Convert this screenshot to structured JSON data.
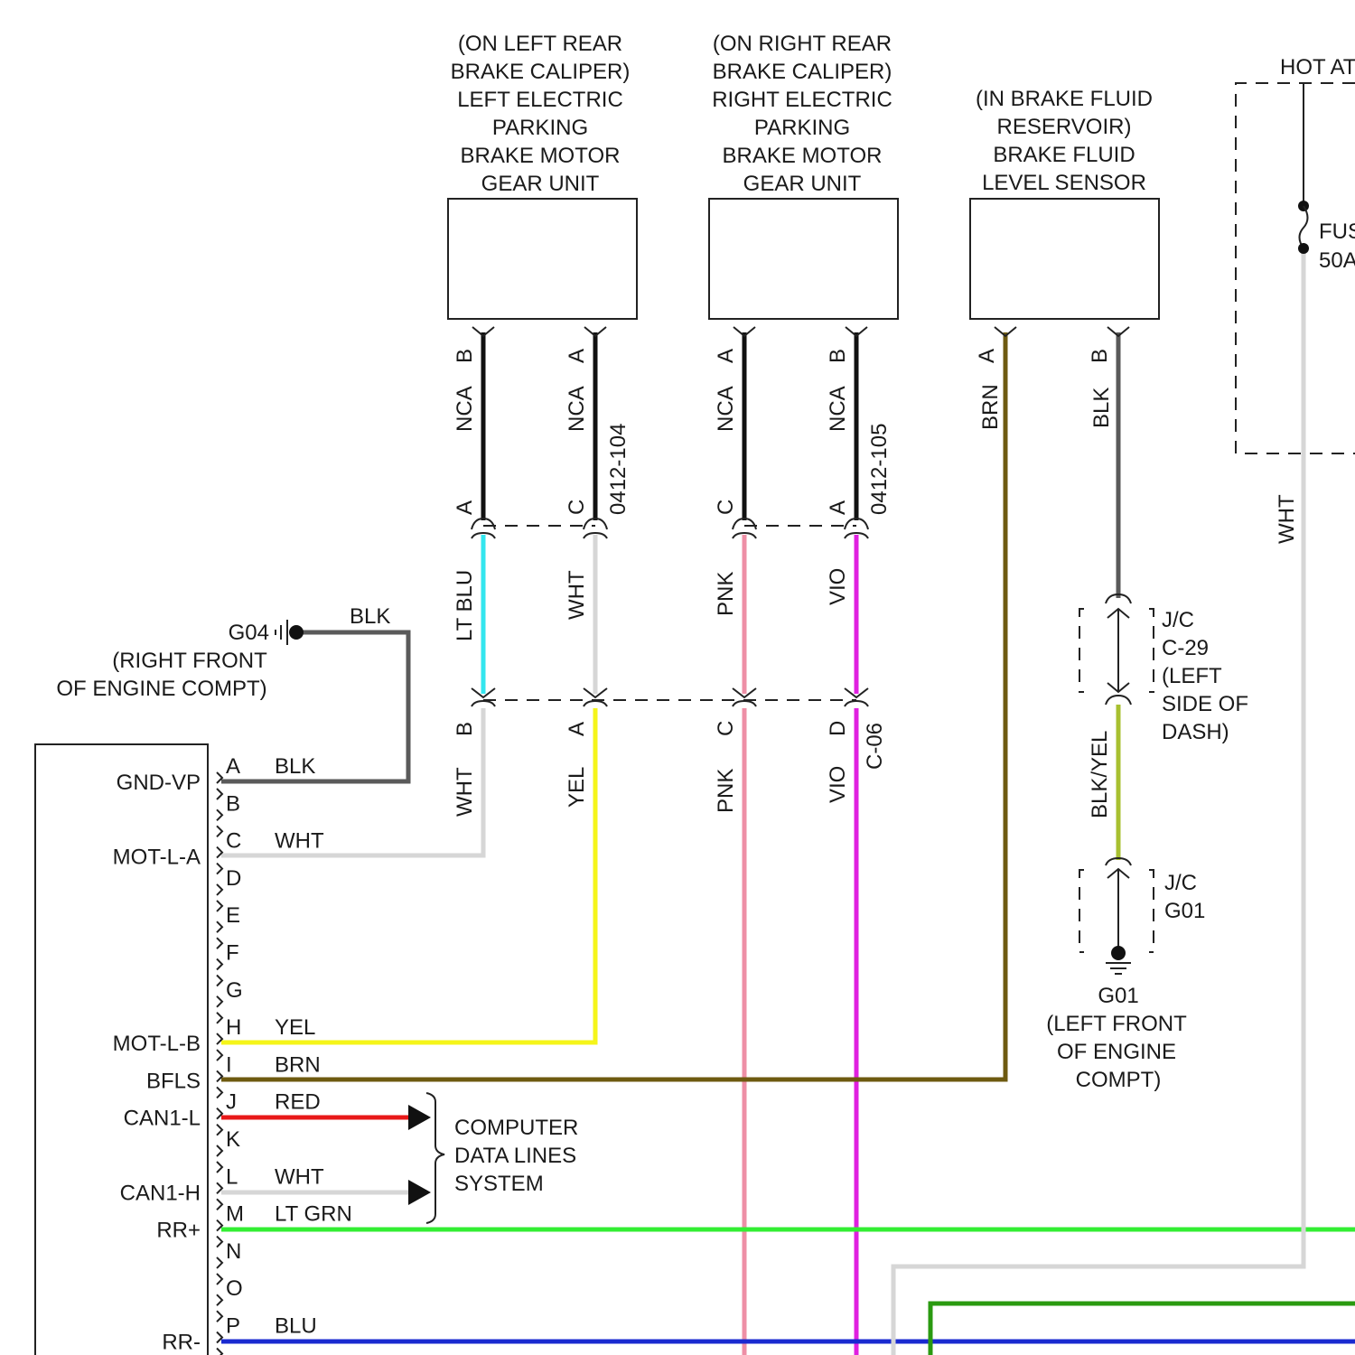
{
  "components": {
    "left_motor": [
      "(ON LEFT REAR",
      "BRAKE CALIPER)",
      "LEFT ELECTRIC",
      "PARKING",
      "BRAKE MOTOR",
      "GEAR UNIT"
    ],
    "right_motor": [
      "(ON RIGHT REAR",
      "BRAKE CALIPER)",
      "RIGHT ELECTRIC",
      "PARKING",
      "BRAKE MOTOR",
      "GEAR UNIT"
    ],
    "fluid_sensor": [
      "(IN BRAKE FLUID",
      "RESERVOIR)",
      "BRAKE FLUID",
      "LEVEL SENSOR"
    ],
    "hot_at": "HOT AT",
    "fuse": [
      "FUS",
      "50A"
    ]
  },
  "ground_g04": {
    "id": "G04",
    "location": [
      "(RIGHT FRONT",
      "OF ENGINE COMPT)"
    ],
    "wire_color": "BLK"
  },
  "connectors": {
    "c0412_104": "0412-104",
    "c0412_105": "0412-105",
    "c06": "C-06"
  },
  "upper_wires": {
    "lm_b": {
      "pin_top": "B",
      "color": "NCA",
      "pin_bottom": "A"
    },
    "lm_a": {
      "pin_top": "A",
      "color": "NCA",
      "pin_bottom": "C"
    },
    "rm_a": {
      "pin_top": "A",
      "color": "NCA",
      "pin_bottom": "C"
    },
    "rm_b": {
      "pin_top": "B",
      "color": "NCA",
      "pin_bottom": "A"
    },
    "fs_a": {
      "pin_top": "A",
      "color": "BRN"
    },
    "fs_b": {
      "pin_top": "B",
      "color": "BLK"
    }
  },
  "mid_wires": {
    "w1": "LT BLU",
    "w2": "WHT",
    "w3": "PNK",
    "w4": "VIO"
  },
  "lower_wires": {
    "w1": {
      "pin": "B",
      "color": "WHT"
    },
    "w2": {
      "pin": "A",
      "color": "YEL"
    },
    "w3": {
      "pin": "C",
      "color": "PNK"
    },
    "w4": {
      "pin": "D",
      "color": "VIO"
    }
  },
  "right_side": {
    "wht_label": "WHT",
    "jc29": [
      "J/C",
      "C-29",
      "(LEFT",
      "SIDE OF",
      "DASH)"
    ],
    "blk_yel": "BLK/YEL",
    "jc_g01": [
      "J/C",
      "G01"
    ],
    "g01": [
      "G01",
      "(LEFT FRONT",
      "OF ENGINE",
      "COMPT)"
    ]
  },
  "module_pins": [
    {
      "pin": "A",
      "signal": "GND-VP",
      "wire": "BLK"
    },
    {
      "pin": "B",
      "signal": "",
      "wire": ""
    },
    {
      "pin": "C",
      "signal": "MOT-L-A",
      "wire": "WHT"
    },
    {
      "pin": "D",
      "signal": "",
      "wire": ""
    },
    {
      "pin": "E",
      "signal": "",
      "wire": ""
    },
    {
      "pin": "F",
      "signal": "",
      "wire": ""
    },
    {
      "pin": "G",
      "signal": "",
      "wire": ""
    },
    {
      "pin": "H",
      "signal": "MOT-L-B",
      "wire": "YEL"
    },
    {
      "pin": "I",
      "signal": "BFLS",
      "wire": "BRN"
    },
    {
      "pin": "J",
      "signal": "CAN1-L",
      "wire": "RED"
    },
    {
      "pin": "K",
      "signal": "",
      "wire": ""
    },
    {
      "pin": "L",
      "signal": "CAN1-H",
      "wire": "WHT"
    },
    {
      "pin": "M",
      "signal": "RR+",
      "wire": "LT GRN"
    },
    {
      "pin": "N",
      "signal": "",
      "wire": ""
    },
    {
      "pin": "O",
      "signal": "",
      "wire": ""
    },
    {
      "pin": "P",
      "signal": "RR-",
      "wire": "BLU"
    }
  ],
  "data_lines": [
    "COMPUTER",
    "DATA LINES",
    "SYSTEM"
  ],
  "wire_colors": {
    "BLK": "#111111",
    "GRY": "#5a5a5a",
    "WHT": "#d6d6d6",
    "LT BLU": "#33e6ee",
    "PNK": "#ee8fa6",
    "VIO": "#e020e0",
    "YEL": "#f5f51a",
    "BRN": "#6e5a10",
    "RED": "#e81818",
    "LT GRN": "#33ee33",
    "BLU": "#1a2ad0",
    "BLK/YEL": "#a8c030",
    "DK GRN": "#2a9a10"
  }
}
